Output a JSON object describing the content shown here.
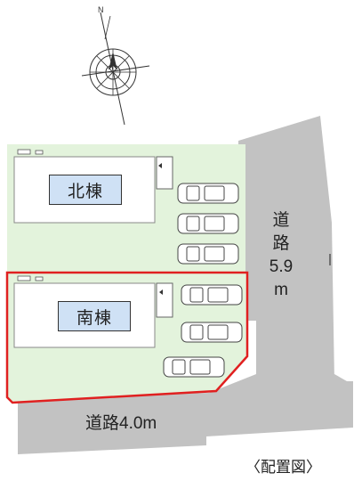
{
  "compass": {
    "north_label": "N"
  },
  "buildings": {
    "north": {
      "label": "北棟"
    },
    "south": {
      "label": "南棟"
    }
  },
  "roads": {
    "east": {
      "label_lines": [
        "道",
        "路",
        "5.9",
        "m"
      ]
    },
    "south": {
      "label": "道路4.0m"
    }
  },
  "caption": "〈配置図〉",
  "colors": {
    "lot": "#e3f3dc",
    "road": "#c2c2c2",
    "highlight": "#e02020",
    "building_label_bg": "#cfe1f5"
  }
}
